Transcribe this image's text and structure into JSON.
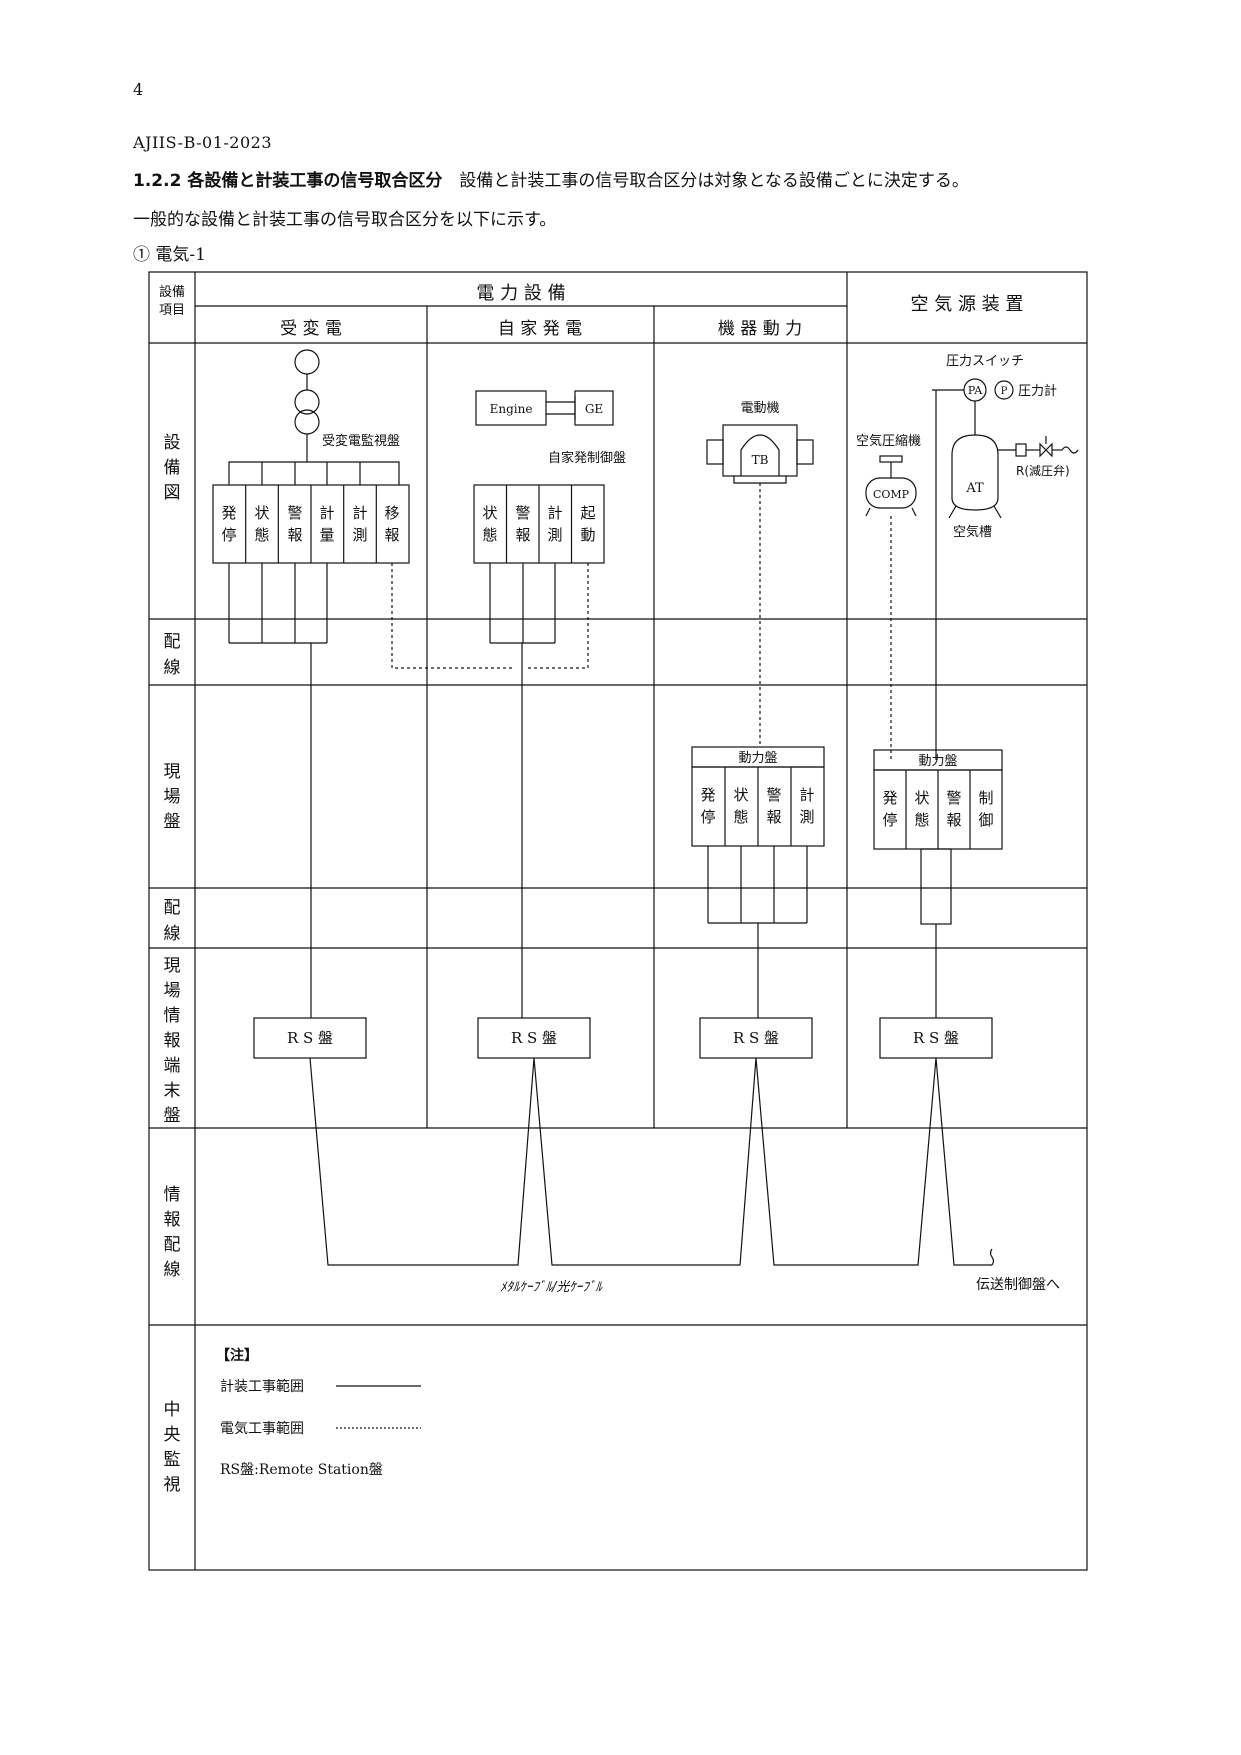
{
  "page_number": "4",
  "doc_code": "AJIIS-B-01-2023",
  "heading": {
    "section": "1.2.2 各設備と計装工事の信号取合区分",
    "text": "設備と計装工事の信号取合区分は対象となる設備ごとに決定する。"
  },
  "intro": "一般的な設備と計装工事の信号取合区分を以下に示す。",
  "subtitle": "① 電気-1",
  "table": {
    "corner": [
      "設備",
      "項目"
    ],
    "group_header": "電 力 設 備",
    "air_header": "空 気 源 装 置",
    "columns": [
      "受 変 電",
      "自 家 発 電",
      "機 器 動 力"
    ],
    "rows": [
      [
        "設",
        "備",
        "図"
      ],
      [
        "配",
        "線"
      ],
      [
        "現",
        "場",
        "盤"
      ],
      [
        "配",
        "線"
      ],
      [
        "現",
        "場",
        "情",
        "報",
        "端",
        "末",
        "盤"
      ],
      [
        "情",
        "報",
        "配",
        "線"
      ],
      [
        "中",
        "央",
        "監",
        "視"
      ]
    ]
  },
  "equipment": {
    "substation_panel": "受変電監視盤",
    "substation_cells": [
      [
        "発",
        "停"
      ],
      [
        "状",
        "態"
      ],
      [
        "警",
        "報"
      ],
      [
        "計",
        "量"
      ],
      [
        "計",
        "測"
      ],
      [
        "移",
        "報"
      ]
    ],
    "engine": "Engine",
    "ge": "GE",
    "generator_panel": "自家発制御盤",
    "generator_cells": [
      [
        "状",
        "態"
      ],
      [
        "警",
        "報"
      ],
      [
        "計",
        "測"
      ],
      [
        "起",
        "動"
      ]
    ],
    "motor": "電動機",
    "tb": "TB",
    "motor_panel_title": "動力盤",
    "motor_cells": [
      [
        "発",
        "停"
      ],
      [
        "状",
        "態"
      ],
      [
        "警",
        "報"
      ],
      [
        "計",
        "測"
      ]
    ],
    "pressure_switch": "圧力スイッチ",
    "pa": "PA",
    "p": "P",
    "pressure_gauge": "圧力計",
    "compressor": "空気圧縮機",
    "comp": "COMP",
    "at": "AT",
    "reducing_valve": "R(減圧弁)",
    "air_tank": "空気槽",
    "air_panel_title": "動力盤",
    "air_cells": [
      [
        "発",
        "停"
      ],
      [
        "状",
        "態"
      ],
      [
        "警",
        "報"
      ],
      [
        "制",
        "御"
      ]
    ],
    "rs_panel": "R S 盤",
    "cable_label": "ﾒﾀﾙｹｰﾌﾞﾙ/光ｹｰﾌﾞﾙ",
    "transmission": "伝送制御盤へ"
  },
  "notes": {
    "title": "【注】",
    "instrument_scope": "計装工事範囲",
    "electrical_scope": "電気工事範囲",
    "rs_definition": "RS盤:Remote Station盤"
  }
}
